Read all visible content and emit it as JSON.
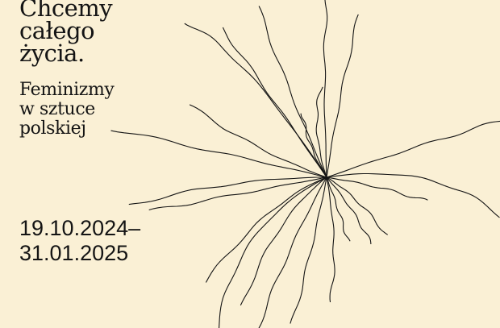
{
  "poster": {
    "title_lines": [
      "Chcemy",
      "całego",
      "życia."
    ],
    "subtitle_lines": [
      "Feminizmy",
      "w sztuce",
      "polskiej"
    ],
    "date_start": "19.10.2024–",
    "date_end": "31.01.2025",
    "background_color": "#faf0d5",
    "line_color": "#141414"
  }
}
